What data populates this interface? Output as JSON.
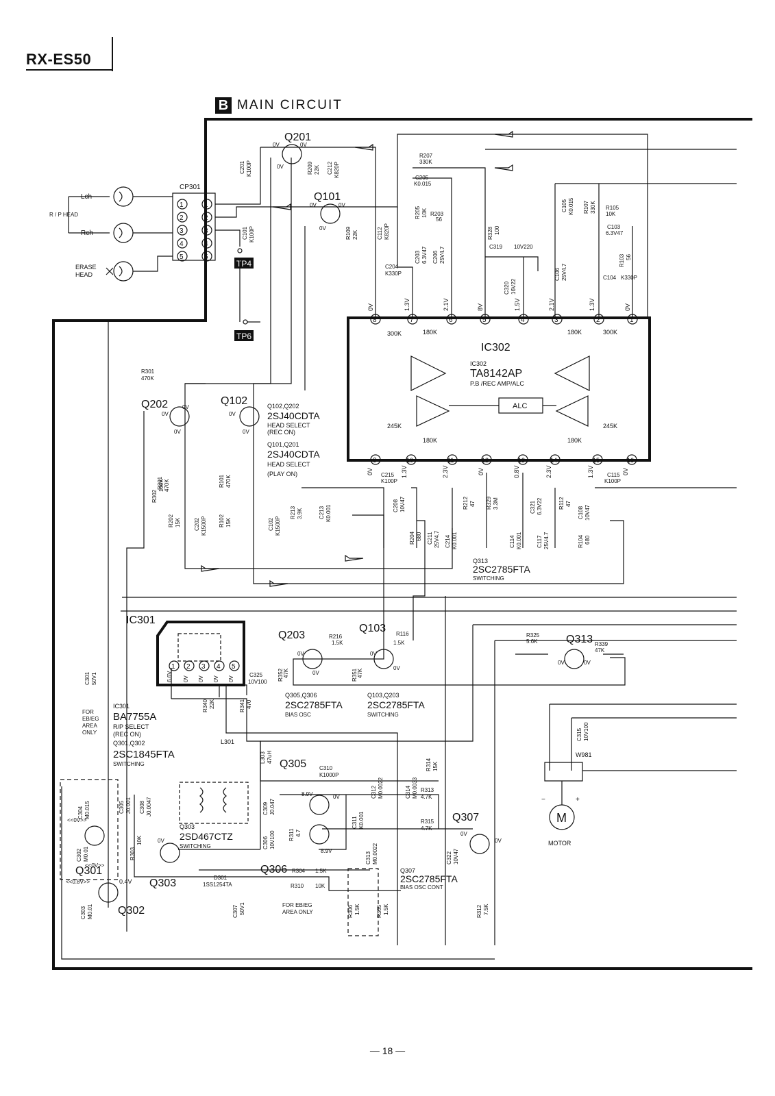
{
  "header": {
    "model": "RX-ES50",
    "section_badge": "B",
    "section_title": "MAIN CIRCUIT"
  },
  "page_number": "— 18 —",
  "connector": {
    "label": "CP301",
    "pins": [
      "1",
      "2",
      "3",
      "4",
      "5"
    ]
  },
  "heads": {
    "lch": "Lch",
    "rch": "Rch",
    "rp_head": "R / P HEAD",
    "erase_head_1": "ERASE",
    "erase_head_2": "HEAD"
  },
  "test_points": [
    "TP4",
    "TP6"
  ],
  "ic302": {
    "ref": "IC302",
    "ref_small": "IC302",
    "part": "TA8142AP",
    "function": "P.B /REC AMP/ALC",
    "alc": "ALC",
    "top_pins": [
      "8",
      "7",
      "6",
      "5",
      "4",
      "3",
      "2",
      "1"
    ],
    "top_volts": [
      "0V",
      "1.3V",
      "2.1V",
      "8V",
      "1.5V",
      "2.1V",
      "1.3V",
      "0V"
    ],
    "bottom_pins": [
      "9",
      "10",
      "11",
      "12",
      "13",
      "14",
      "15",
      "16"
    ],
    "bottom_volts": [
      "0V",
      "1.3V",
      "2.3V",
      "0V",
      "0.8V",
      "2.3V",
      "1.3V",
      "0V"
    ],
    "internal_resistors": [
      "300K",
      "180K",
      "180K",
      "300K",
      "245K",
      "180K",
      "245K",
      "180K"
    ]
  },
  "transistors": {
    "q201": "Q201",
    "q101": "Q101",
    "q202": "Q202",
    "q102": "Q102",
    "q203": "Q203",
    "q103": "Q103",
    "q313": "Q313",
    "q305": "Q305",
    "q306": "Q306",
    "q307": "Q307",
    "q301": "Q301",
    "q302": "Q302",
    "q303": "Q303"
  },
  "notes": {
    "n1": "Q102,Q202",
    "n1_part": "2SJ40CDTA",
    "n1_fn1": "HEAD SELECT",
    "n1_fn2": "(REC ON)",
    "n2": "Q101,Q201",
    "n2_part": "2SJ40CDTA",
    "n2_fn1": "HEAD SELECT",
    "n2_fn2": "(PLAY ON)",
    "n3": "Q313",
    "n3_part": "2SC2785FTA",
    "n3_fn": "SWITCHING",
    "n4": "Q305,Q306",
    "n4_part": "2SC2785FTA",
    "n4_fn": "BIAS OSC",
    "n5": "Q103,Q203",
    "n5_part": "2SC2785FTA",
    "n5_fn": "SWITCHING",
    "n6": "Q307",
    "n6_part": "2SC2785FTA",
    "n6_fn": "BIAS OSC CONT",
    "n7": "Q303",
    "n7_part": "2SD467CTZ",
    "n7_fn": "SWITCHING",
    "ic301": "IC301",
    "ic301_small": "IC301",
    "ic301_part": "BA7755A",
    "ic301_fn1": "R/P SELECT",
    "ic301_fn2": "(REC ON)",
    "q301_302": "Q301,Q302",
    "q301_302_part": "2SC1845FTA",
    "q301_302_fn": "SWITCHING",
    "for_ebeg_1": "FOR",
    "for_ebeg_2": "EB/EG",
    "for_ebeg_3": "AREA",
    "for_ebeg_4": "ONLY",
    "for_ebeg_b1": "FOR EB/EG",
    "for_ebeg_b2": "AREA ONLY",
    "motor": "MOTOR",
    "w981": "W981",
    "l301": "L301",
    "d301": "D301",
    "d301_part": "1SS1254TA",
    "q301_volts": "<<0V>>",
    "q301_volts2": "<<0V>>",
    "q301_volts3": "<<0.8V>>",
    "q302_volt": "0.4V"
  },
  "ic301_pins": [
    "1",
    "2",
    "3",
    "4",
    "5"
  ],
  "ic301_volts": [
    "6.6V",
    "0V",
    "0V",
    "0V",
    "0V"
  ],
  "components": [
    {
      "ref": "C201",
      "val": "K100P"
    },
    {
      "ref": "R209",
      "val": "22K"
    },
    {
      "ref": "C212",
      "val": "K820P"
    },
    {
      "ref": "C101",
      "val": "K100P"
    },
    {
      "ref": "R109",
      "val": "22K"
    },
    {
      "ref": "C112",
      "val": "K820P"
    },
    {
      "ref": "R207",
      "val": "330K"
    },
    {
      "ref": "C205",
      "val": "K0.015"
    },
    {
      "ref": "R205",
      "val": "10K"
    },
    {
      "ref": "R203",
      "val": "56"
    },
    {
      "ref": "C203",
      "val": "6.3V47"
    },
    {
      "ref": "C206",
      "val": "25V4.7"
    },
    {
      "ref": "C204",
      "val": "K330P"
    },
    {
      "ref": "R328",
      "val": "100"
    },
    {
      "ref": "C319",
      "val": "10V220"
    },
    {
      "ref": "C320",
      "val": "16V22"
    },
    {
      "ref": "C105",
      "val": "K0.015"
    },
    {
      "ref": "R107",
      "val": "330K"
    },
    {
      "ref": "R105",
      "val": "10K"
    },
    {
      "ref": "C103",
      "val": "6.3V47"
    },
    {
      "ref": "R103",
      "val": "56"
    },
    {
      "ref": "C106",
      "val": "25V4.7"
    },
    {
      "ref": "C104",
      "val": "K330P"
    },
    {
      "ref": "R301",
      "val": "470K"
    },
    {
      "ref": "R302",
      "val": "100K"
    },
    {
      "ref": "R201",
      "val": "470K"
    },
    {
      "ref": "R202",
      "val": "15K"
    },
    {
      "ref": "C202",
      "val": "K1500P"
    },
    {
      "ref": "R101",
      "val": "470K"
    },
    {
      "ref": "R102",
      "val": "15K"
    },
    {
      "ref": "C102",
      "val": "K1500P"
    },
    {
      "ref": "C215",
      "val": "K100P"
    },
    {
      "ref": "R213",
      "val": "3.9K"
    },
    {
      "ref": "C213",
      "val": "K0.001"
    },
    {
      "ref": "C208",
      "val": "10V47"
    },
    {
      "ref": "R204",
      "val": "680"
    },
    {
      "ref": "C211",
      "val": "25V4.7"
    },
    {
      "ref": "C214",
      "val": "K0.001"
    },
    {
      "ref": "R212",
      "val": "47"
    },
    {
      "ref": "R329",
      "val": "3.3M"
    },
    {
      "ref": "C321",
      "val": "6.3V22"
    },
    {
      "ref": "C114",
      "val": "K0.001"
    },
    {
      "ref": "C117",
      "val": "25V4.7"
    },
    {
      "ref": "R112",
      "val": "47"
    },
    {
      "ref": "R104",
      "val": "680"
    },
    {
      "ref": "C108",
      "val": "10V47"
    },
    {
      "ref": "C115",
      "val": "K100P"
    },
    {
      "ref": "R216",
      "val": "1.5K"
    },
    {
      "ref": "R116",
      "val": "1.5K"
    },
    {
      "ref": "R352",
      "val": "47K"
    },
    {
      "ref": "R351",
      "val": "47K"
    },
    {
      "ref": "R325",
      "val": "5.6K"
    },
    {
      "ref": "R339",
      "val": "47K"
    },
    {
      "ref": "C301",
      "val": "50V1"
    },
    {
      "ref": "C325",
      "val": "10V100"
    },
    {
      "ref": "R340",
      "val": "22K"
    },
    {
      "ref": "R341",
      "val": "470"
    },
    {
      "ref": "C315",
      "val": "10V100"
    },
    {
      "ref": "L303",
      "val": "47uH"
    },
    {
      "ref": "C310",
      "val": "K1000P"
    },
    {
      "ref": "C312",
      "val": "M0.0022"
    },
    {
      "ref": "C314",
      "val": "M0.0033"
    },
    {
      "ref": "R314",
      "val": "15K"
    },
    {
      "ref": "R313",
      "val": "4.7K"
    },
    {
      "ref": "R315",
      "val": "4.7K"
    },
    {
      "ref": "C304",
      "val": "M0.015"
    },
    {
      "ref": "C305",
      "val": "J0.001"
    },
    {
      "ref": "C308",
      "val": "J0.0047"
    },
    {
      "ref": "C309",
      "val": "J0.047"
    },
    {
      "ref": "C306",
      "val": "10V100"
    },
    {
      "ref": "R311",
      "val": "4.7"
    },
    {
      "ref": "C311",
      "val": "K0.001"
    },
    {
      "ref": "C313",
      "val": "M0.0022"
    },
    {
      "ref": "C322",
      "val": "10V47"
    },
    {
      "ref": "C302",
      "val": "M0.01"
    },
    {
      "ref": "R303",
      "val": "10K"
    },
    {
      "ref": "R304",
      "val": "1.5K"
    },
    {
      "ref": "R310",
      "val": "10K"
    },
    {
      "ref": "C303",
      "val": "M0.01"
    },
    {
      "ref": "C307",
      "val": "50V1"
    },
    {
      "ref": "R306",
      "val": "1.5K"
    },
    {
      "ref": "R305",
      "val": "1.5K"
    },
    {
      "ref": "R312",
      "val": "7.5K"
    }
  ],
  "node_volts": {
    "q201": [
      "0V",
      "0V",
      "0V"
    ],
    "q101": [
      "0V",
      "0V",
      "0V"
    ],
    "q202": [
      "0V",
      "0V",
      "0V"
    ],
    "q102": [
      "0V",
      "0V"
    ],
    "q203": [
      "0V",
      "0V"
    ],
    "q103": [
      "0V",
      "0V"
    ],
    "q313": [
      "0V",
      "0V"
    ],
    "q305": [
      "8.9V",
      "0V"
    ],
    "q306": [
      "8.9V"
    ],
    "q307": [
      "0V",
      "0V"
    ],
    "q303": [
      "0V"
    ]
  }
}
